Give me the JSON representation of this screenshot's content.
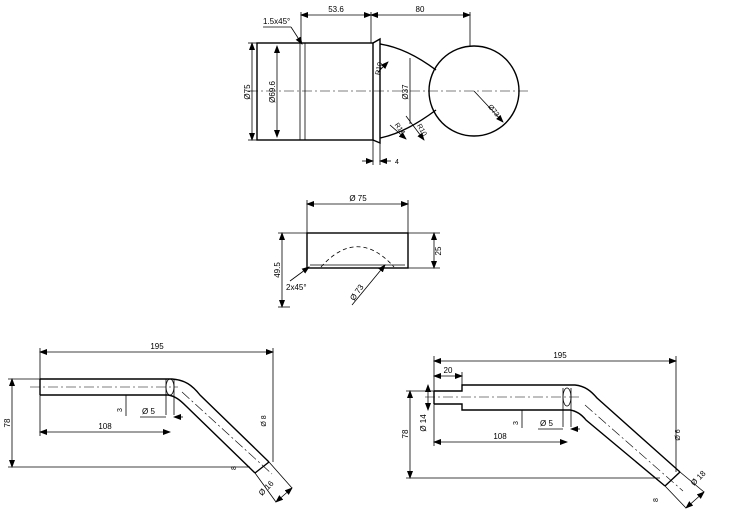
{
  "labels": {
    "ball_chamfer": "1.5x45°",
    "ball_len_left": "53.6",
    "ball_len_right": "80",
    "ball_dia_outer": "Ø75",
    "ball_dia_inner": "Ø69.6",
    "ball_r10_top": "R10",
    "ball_neck_dia": "Ø37",
    "ball_r14": "R14",
    "ball_r10_bottom": "R10",
    "ball_sphere_dia": "Ø73",
    "ball_offset": "4",
    "cup_dia": "Ø 75",
    "cup_height_total": "49.5",
    "cup_height_depth": "25",
    "cup_chamfer": "2x45°",
    "cup_sphere_dia": "Ø 73",
    "pin1_length": "195",
    "pin1_height": "78",
    "pin1_straight": "108",
    "pin1_hole": "Ø 5",
    "pin1_hole_offset": "3",
    "pin1_dia_small": "Ø 8",
    "pin1_dia_large": "Ø 16",
    "pin1_end": "8",
    "pin2_length": "195",
    "pin2_step": "20",
    "pin2_height": "78",
    "pin2_dia14": "Ø 14",
    "pin2_straight": "108",
    "pin2_hole": "Ø 5",
    "pin2_hole_offset": "3",
    "pin2_dia6": "Ø 6",
    "pin2_dia18": "Ø 18",
    "pin2_end": "8"
  }
}
